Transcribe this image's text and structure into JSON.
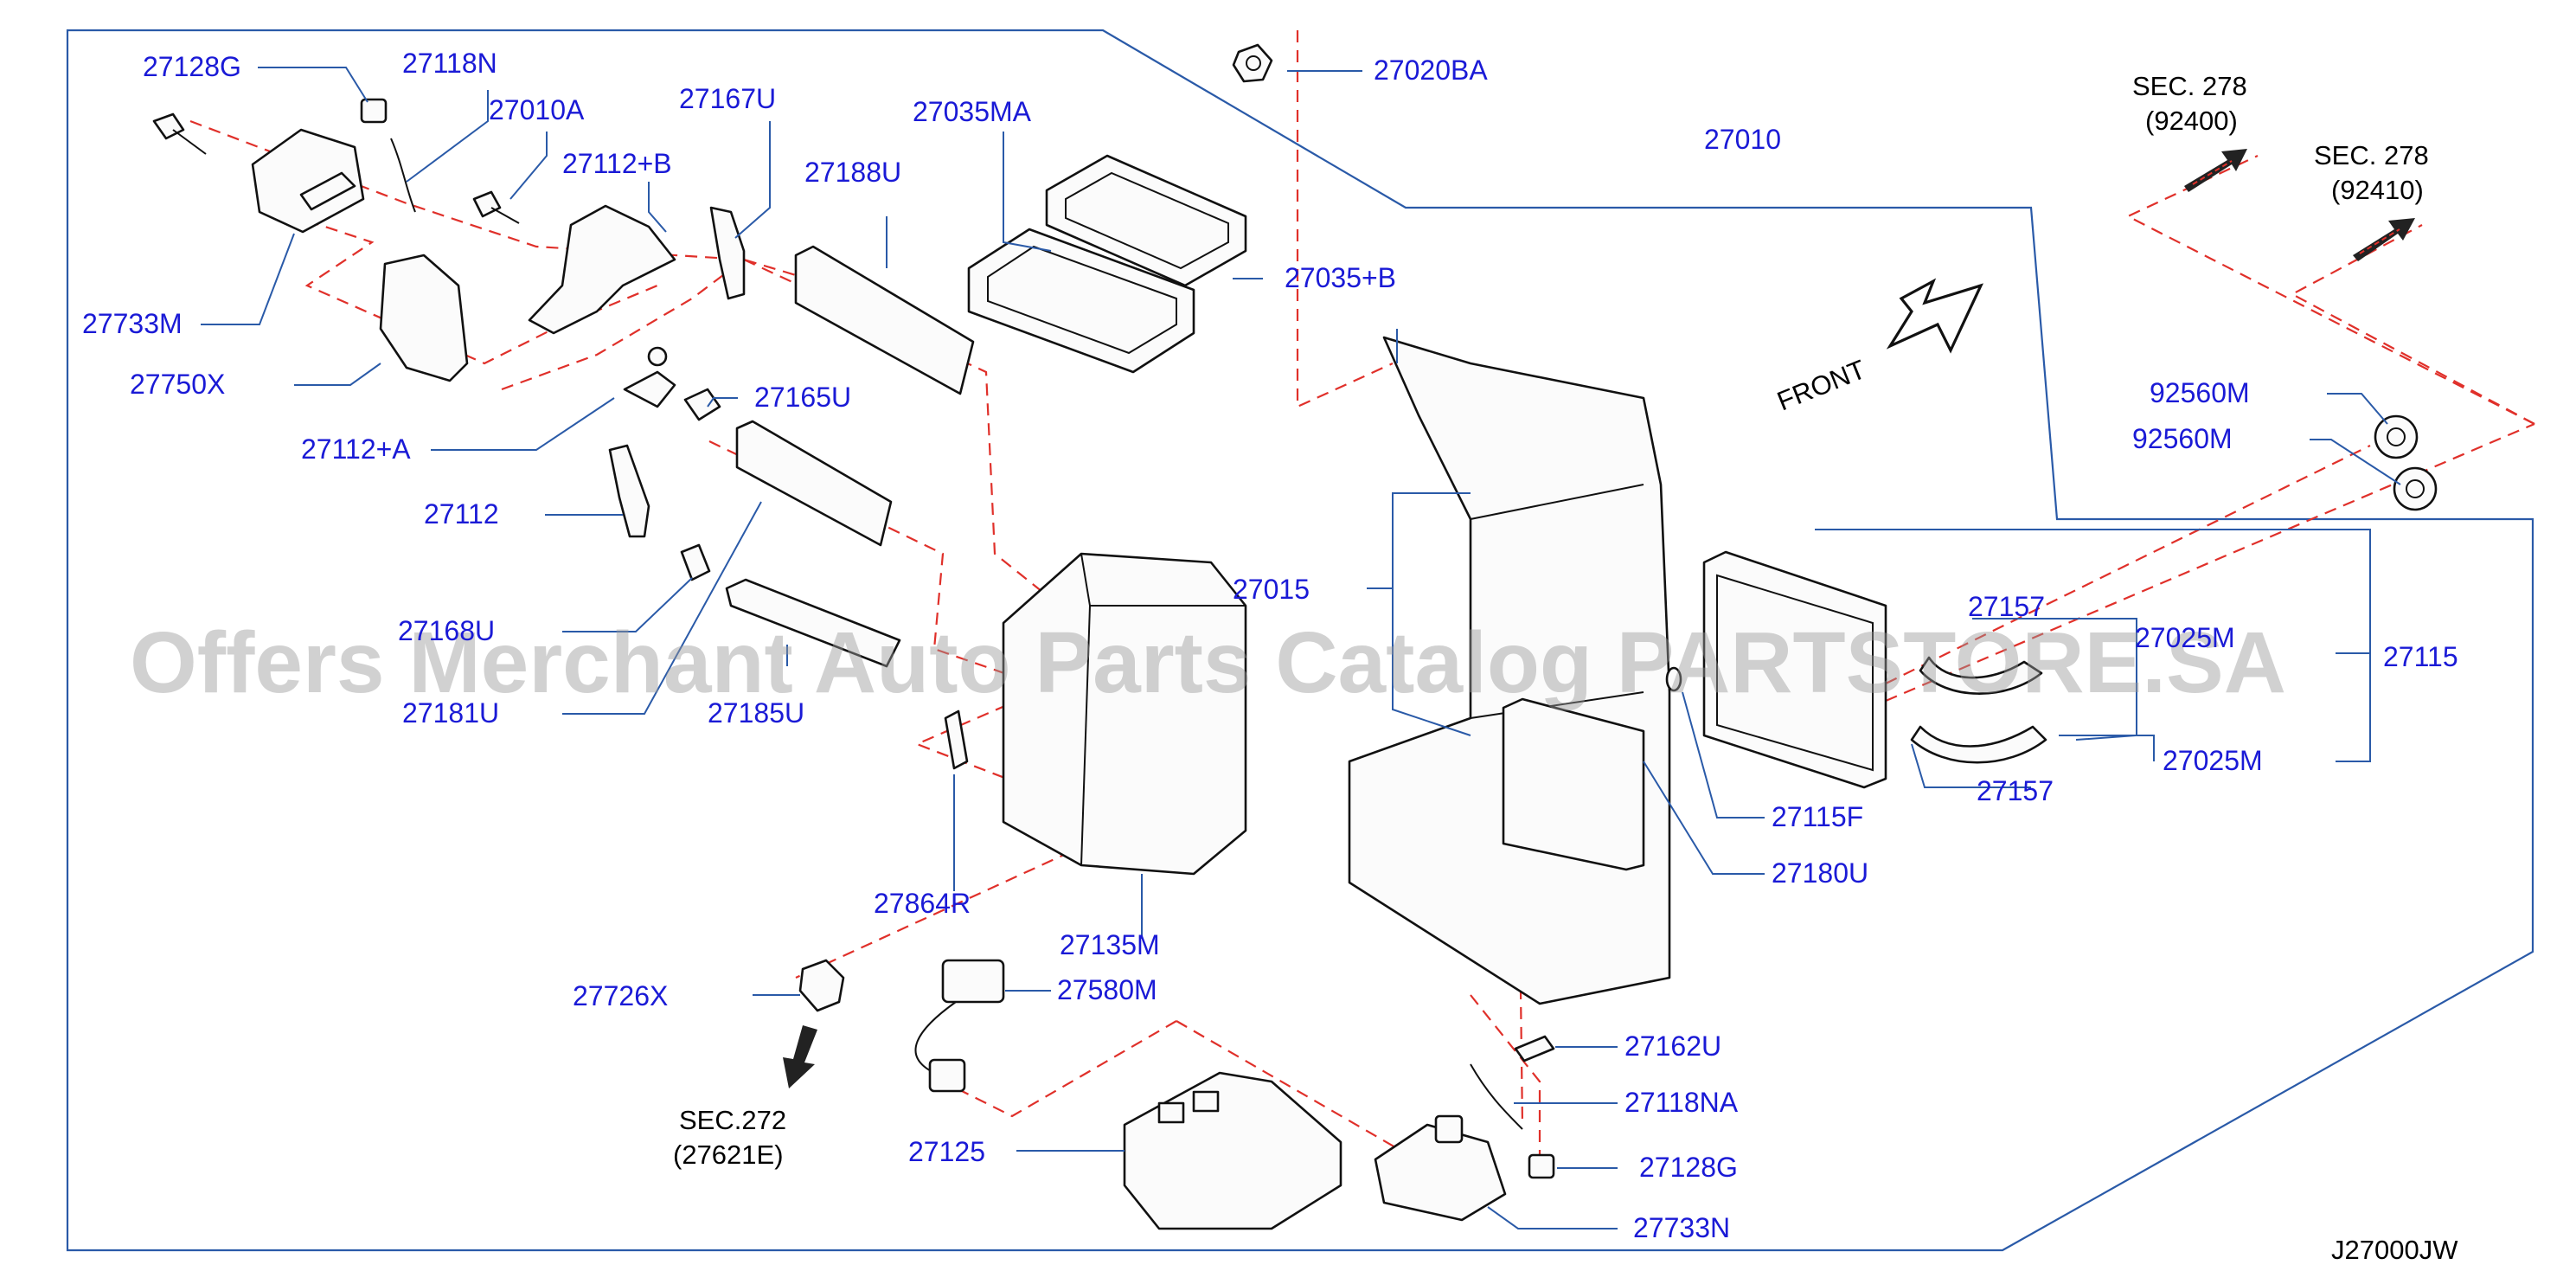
{
  "diagram_id": "J27000JW",
  "watermark": "Offers Merchant Auto Parts Catalog PARTSTORE.SA",
  "front_label": "FRONT",
  "references": {
    "sec278_a_line1": "SEC.  278",
    "sec278_a_line2": "(92400)",
    "sec278_b_line1": "SEC.  278",
    "sec278_b_line2": "(92410)",
    "sec272_line1": "SEC.272",
    "sec272_line2": "(27621E)"
  },
  "labels": {
    "p27128G_top": "27128G",
    "p27118N": "27118N",
    "p27010A": "27010A",
    "p27167U": "27167U",
    "p27035MA": "27035MA",
    "p27020BA": "27020BA",
    "p27010": "27010",
    "p27112B": "27112+B",
    "p27188U": "27188U",
    "p27733M": "27733M",
    "p27035B": "27035+B",
    "p27750X": "27750X",
    "p27165U": "27165U",
    "p27112A": "27112+A",
    "p27112": "27112",
    "p27168": "27168U",
    "p27015": "27015",
    "p27181U": "27181U",
    "p27185U": "27185U",
    "p92560M_a": "92560M",
    "p92560M_b": "92560M",
    "p27157_top": "27157",
    "p27025M_top": "27025M",
    "p27115": "27115",
    "p27157_bot": "27157",
    "p27025M_bot": "27025M",
    "p27115F": "27115F",
    "p27180U": "27180U",
    "p27864R": "27864R",
    "p27135M": "27135M",
    "p27726X": "27726X",
    "p27580M": "27580M",
    "p27162U": "27162U",
    "p27118NA": "27118NA",
    "p27125": "27125",
    "p27128G_bot": "27128G",
    "p27733N": "27733N"
  }
}
